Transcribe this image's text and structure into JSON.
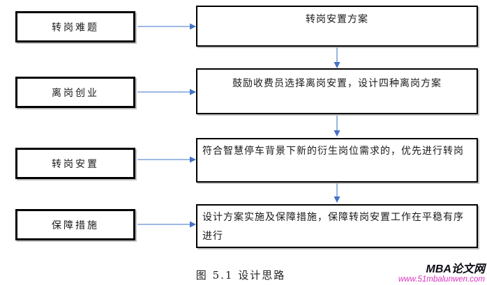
{
  "diagram": {
    "left_boxes": [
      {
        "label": "转岗难题"
      },
      {
        "label": "离岗创业"
      },
      {
        "label": "转岗安置"
      },
      {
        "label": "保障措施"
      }
    ],
    "right_boxes": [
      {
        "text": "转岗安置方案"
      },
      {
        "text": "鼓励收费员选择离岗安置，设计四种离岗方案"
      },
      {
        "text": "符合智慧停车背景下新的衍生岗位需求的，优先进行转岗"
      },
      {
        "text": "设计方案实施及保障措施，保障转岗安置工作在平稳有序进行"
      }
    ],
    "caption": "图 5.1 设计思路",
    "arrow_color": "#4472C4",
    "arrow_line_color": "#7FA3DC",
    "box_border_color": "#000000"
  },
  "watermark": {
    "site_name": "MBA论文网",
    "site_url": "www.51mbalunwen.com",
    "name_color": "#0c0c14",
    "url_color": "#d935bd"
  }
}
